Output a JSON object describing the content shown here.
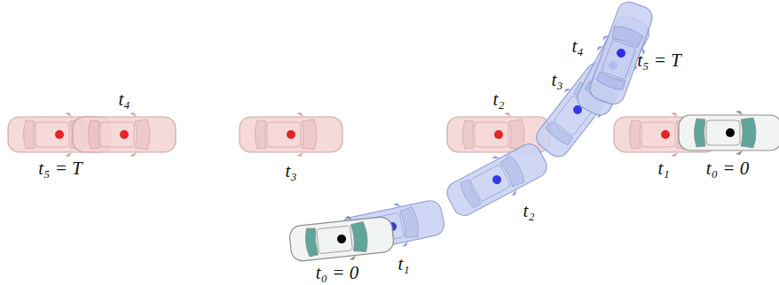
{
  "diagram": {
    "labels": [
      "t₄",
      "t₅ = T",
      "t₃",
      "t₂",
      "t₁",
      "t₀ = 0",
      "t₀ = 0",
      "t₁",
      "t₂",
      "t₃",
      "t₄",
      "t₅ = T"
    ]
  }
}
